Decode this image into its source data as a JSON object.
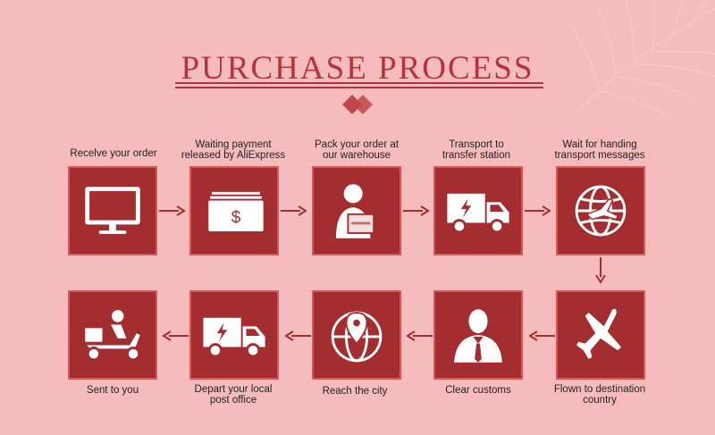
{
  "title": "PURCHASE PROCESS",
  "steps": [
    {
      "label": "Recelve your order",
      "icon": "monitor-icon"
    },
    {
      "label": "Waiting payment\nreleased by AliExpress",
      "icon": "money-icon"
    },
    {
      "label": "Pack your order at\nour warehouse",
      "icon": "packing-person-icon"
    },
    {
      "label": "Transport to\ntransfer station",
      "icon": "truck-icon"
    },
    {
      "label": "Wait for handing\ntransport messages",
      "icon": "globe-plane-icon"
    },
    {
      "label": "Flown to destination\ncountry",
      "icon": "airplane-icon"
    },
    {
      "label": "Clear customs",
      "icon": "customs-officer-icon"
    },
    {
      "label": "Reach the city",
      "icon": "globe-pin-icon"
    },
    {
      "label": "Depart your local\npost office",
      "icon": "truck-icon"
    },
    {
      "label": "Sent to you",
      "icon": "scooter-courier-icon"
    }
  ],
  "colors": {
    "background": "#f6bcbd",
    "accent": "#a32d2f",
    "title": "#b5333c"
  }
}
